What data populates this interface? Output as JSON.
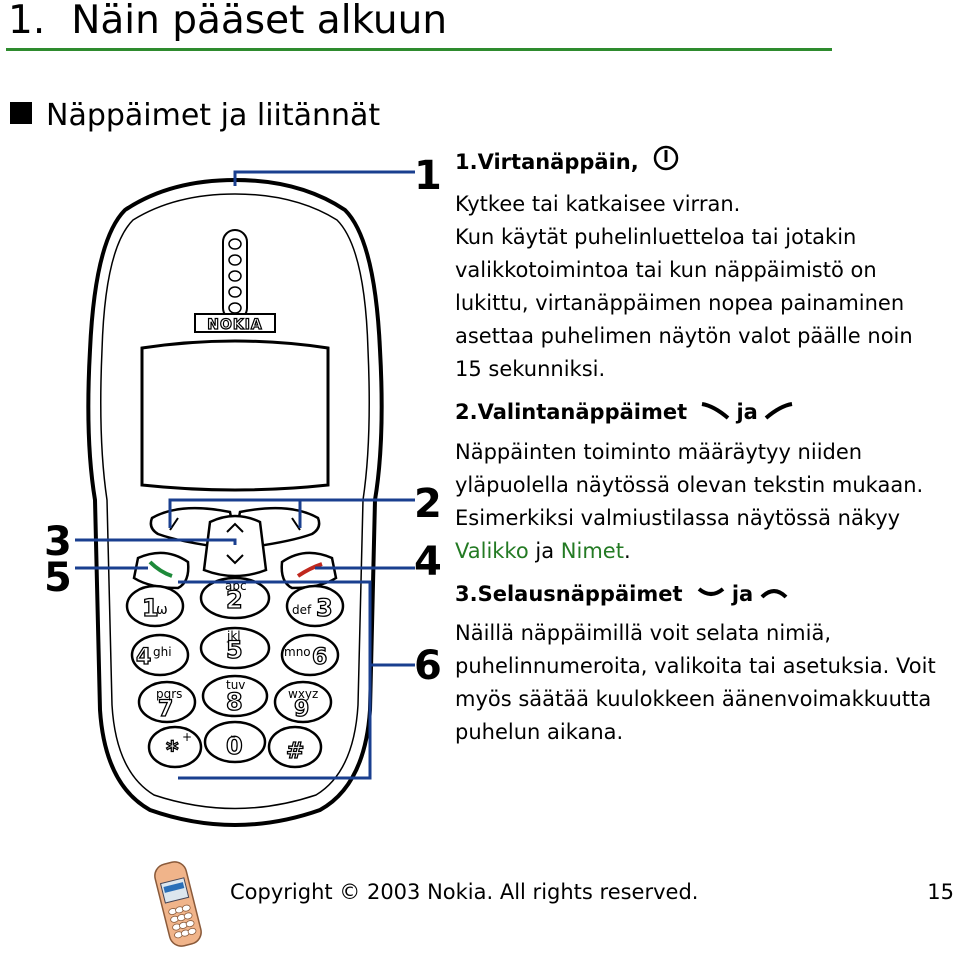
{
  "chapter": {
    "number": "1.",
    "title": "Näin pääset alkuun"
  },
  "section": {
    "title": "Näppäimet ja liitännät"
  },
  "figure": {
    "brand": "NOKIA",
    "callouts": [
      "1",
      "2",
      "3",
      "4",
      "5",
      "6"
    ],
    "keys": {
      "k1": "1",
      "k2_letters": "abc",
      "k2": "2",
      "k3_letters": "def",
      "k3": "3",
      "k4": "4",
      "k4_letters": "ghi",
      "k5_letters": "jkl",
      "k5": "5",
      "k6_letters": "mno",
      "k6": "6",
      "k7_letters": "pqrs",
      "k7": "7",
      "k8_letters": "tuv",
      "k8": "8",
      "k9_letters": "wxyz",
      "k9": "9",
      "star": "*",
      "star_plus": "+",
      "k0": "0",
      "hash": "#"
    }
  },
  "items": [
    {
      "head": "1.Virtanäppäin,",
      "icon": "power-key-icon",
      "paragraphs": [
        "Kytkee tai katkaisee virran.",
        "Kun käytät puhelinluetteloa tai jotakin valikkotoimintoa tai kun näppäimistö on lukittu, virtanäppäimen nopea painaminen asettaa puhelimen näytön valot päälle noin 15 sekunniksi."
      ]
    },
    {
      "head": "2.Valintanäppäimet",
      "conj": "ja",
      "icon_left": "left-selection-key-icon",
      "icon_right": "right-selection-key-icon",
      "text": "Näppäinten toiminto määräytyy niiden yläpuolella näytössä olevan tekstin mukaan. Esimerkiksi valmiustilassa näytössä näkyy",
      "term1": "Valikko",
      "mid": "ja",
      "term2": "Nimet",
      "end": "."
    },
    {
      "head": "3.Selausnäppäimet",
      "conj": "ja",
      "icon_left": "scroll-down-key-icon",
      "icon_right": "scroll-up-key-icon",
      "text": "Näillä näppäimillä voit selata nimiä, puhelinnumeroita, valikoita tai asetuksia. Voit myös säätää kuulokkeen äänenvoimakkuutta puhelun aikana."
    }
  ],
  "footer": {
    "copyright": "Copyright © 2003 Nokia. All rights reserved.",
    "page": "15"
  },
  "colors": {
    "rule": "#2e8b2e",
    "callout_line": "#1a3f8f",
    "term": "#237a23"
  }
}
